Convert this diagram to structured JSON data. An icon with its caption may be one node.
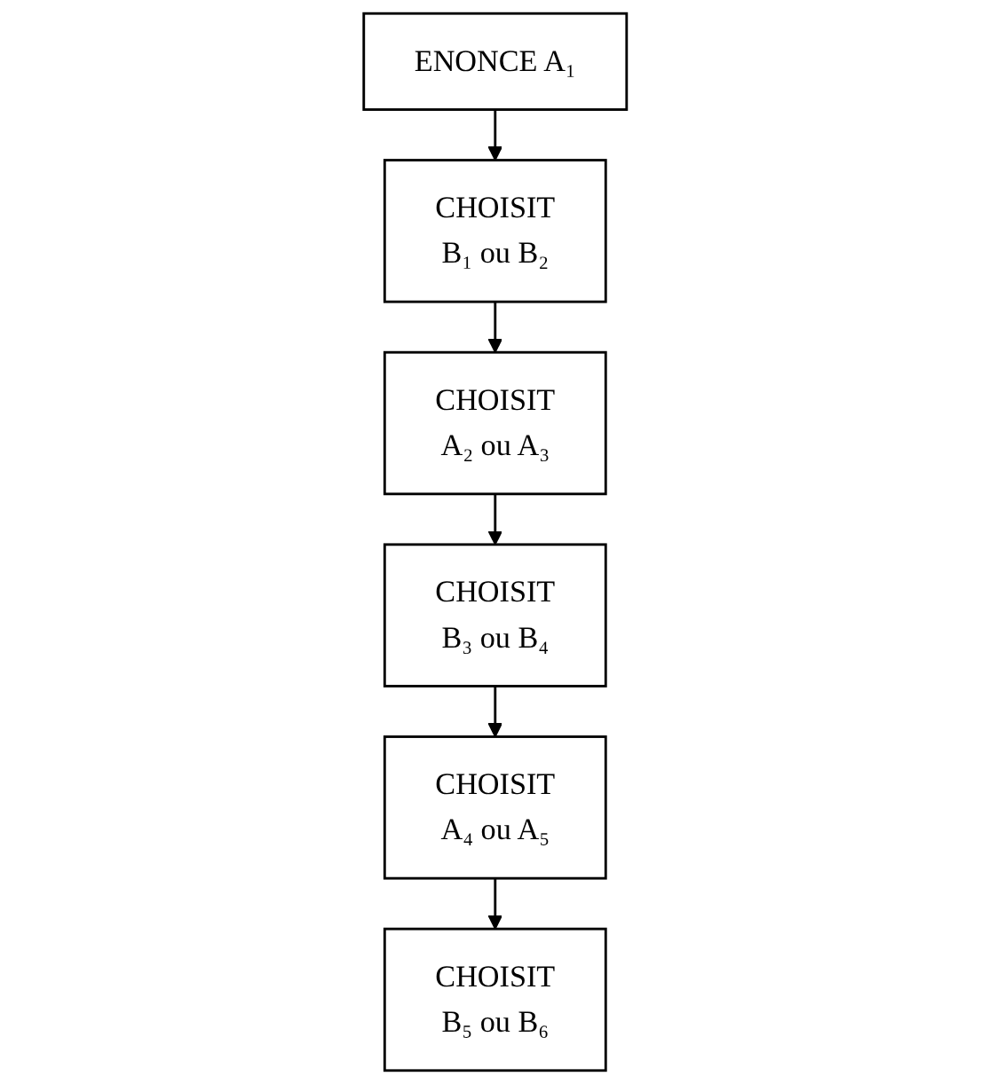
{
  "diagram": {
    "nodes": [
      {
        "text": [
          "ENONCE A₁"
        ]
      },
      {
        "text": [
          "CHOISIT",
          "B₁ ou B₂"
        ]
      },
      {
        "text": [
          "CHOISIT",
          "A₂ ou A₃"
        ]
      },
      {
        "text": [
          "CHOISIT",
          "B₃ ou B₄"
        ]
      },
      {
        "text": [
          "CHOISIT",
          "A₄ ou A₅"
        ]
      },
      {
        "text": [
          "CHOISIT",
          "B₅ ou B₆"
        ]
      }
    ],
    "edges": [
      {
        "from": 0,
        "to": 1,
        "arrow": "to"
      },
      {
        "from": 1,
        "to": 2,
        "arrow": "to"
      },
      {
        "from": 2,
        "to": 3,
        "arrow": "to"
      },
      {
        "from": 3,
        "to": 4,
        "arrow": "to"
      },
      {
        "from": 4,
        "to": 5,
        "arrow": "to"
      }
    ]
  }
}
